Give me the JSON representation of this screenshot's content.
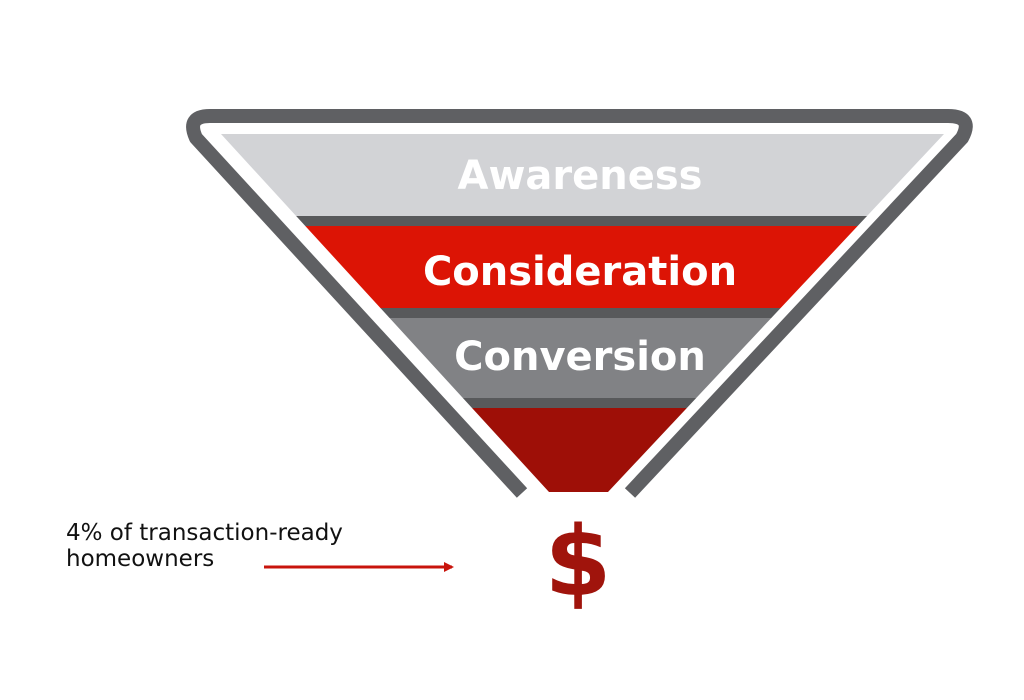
{
  "funnel": {
    "stages": [
      {
        "label": "Awareness",
        "color": "#d2d3d6"
      },
      {
        "label": "Consideration",
        "color": "#dc1405"
      },
      {
        "label": "Conversion",
        "color": "#818285"
      },
      {
        "label": "",
        "color": "#9e0f07"
      }
    ],
    "outline_color": "#5f6063",
    "divider_color": "#58595b"
  },
  "outcome": {
    "symbol": "$",
    "color": "#a0140c"
  },
  "annotation": {
    "line1": "4% of transaction-ready",
    "line2": "homeowners",
    "arrow_color": "#c8140c"
  }
}
